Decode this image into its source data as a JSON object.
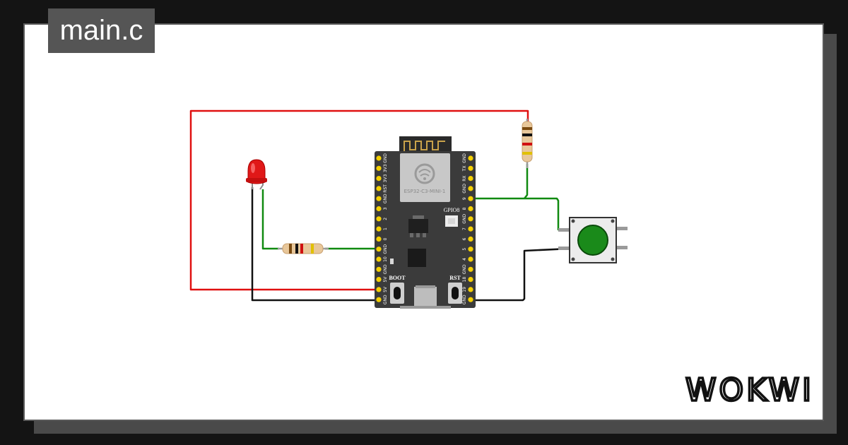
{
  "file_tab": {
    "label": "main.c"
  },
  "board": {
    "module_label": "ESP32-C3-MINI-1",
    "led_label": "GPIO8",
    "boot_label": "BOOT",
    "rst_label": "RST",
    "left_pins": [
      "GND",
      "3V3",
      "3V3",
      "RST",
      "GND",
      "3",
      "2",
      "1",
      "0",
      "GND",
      "10",
      "GND",
      "5V",
      "5V",
      "GND"
    ],
    "right_pins": [
      "GND",
      "TX",
      "RX",
      "GND",
      "9",
      "8",
      "GND",
      "7",
      "6",
      "5",
      "4",
      "GND",
      "18",
      "19",
      "GND"
    ]
  },
  "brand": {
    "logo_text": "WOKWI"
  },
  "colors": {
    "wire_red": "#e01010",
    "wire_green": "#108a10",
    "wire_black": "#111111",
    "board": "#3b3b3b",
    "pin": "#f5d000",
    "button_cap": "#1a8a1a",
    "led": "#e01818"
  }
}
